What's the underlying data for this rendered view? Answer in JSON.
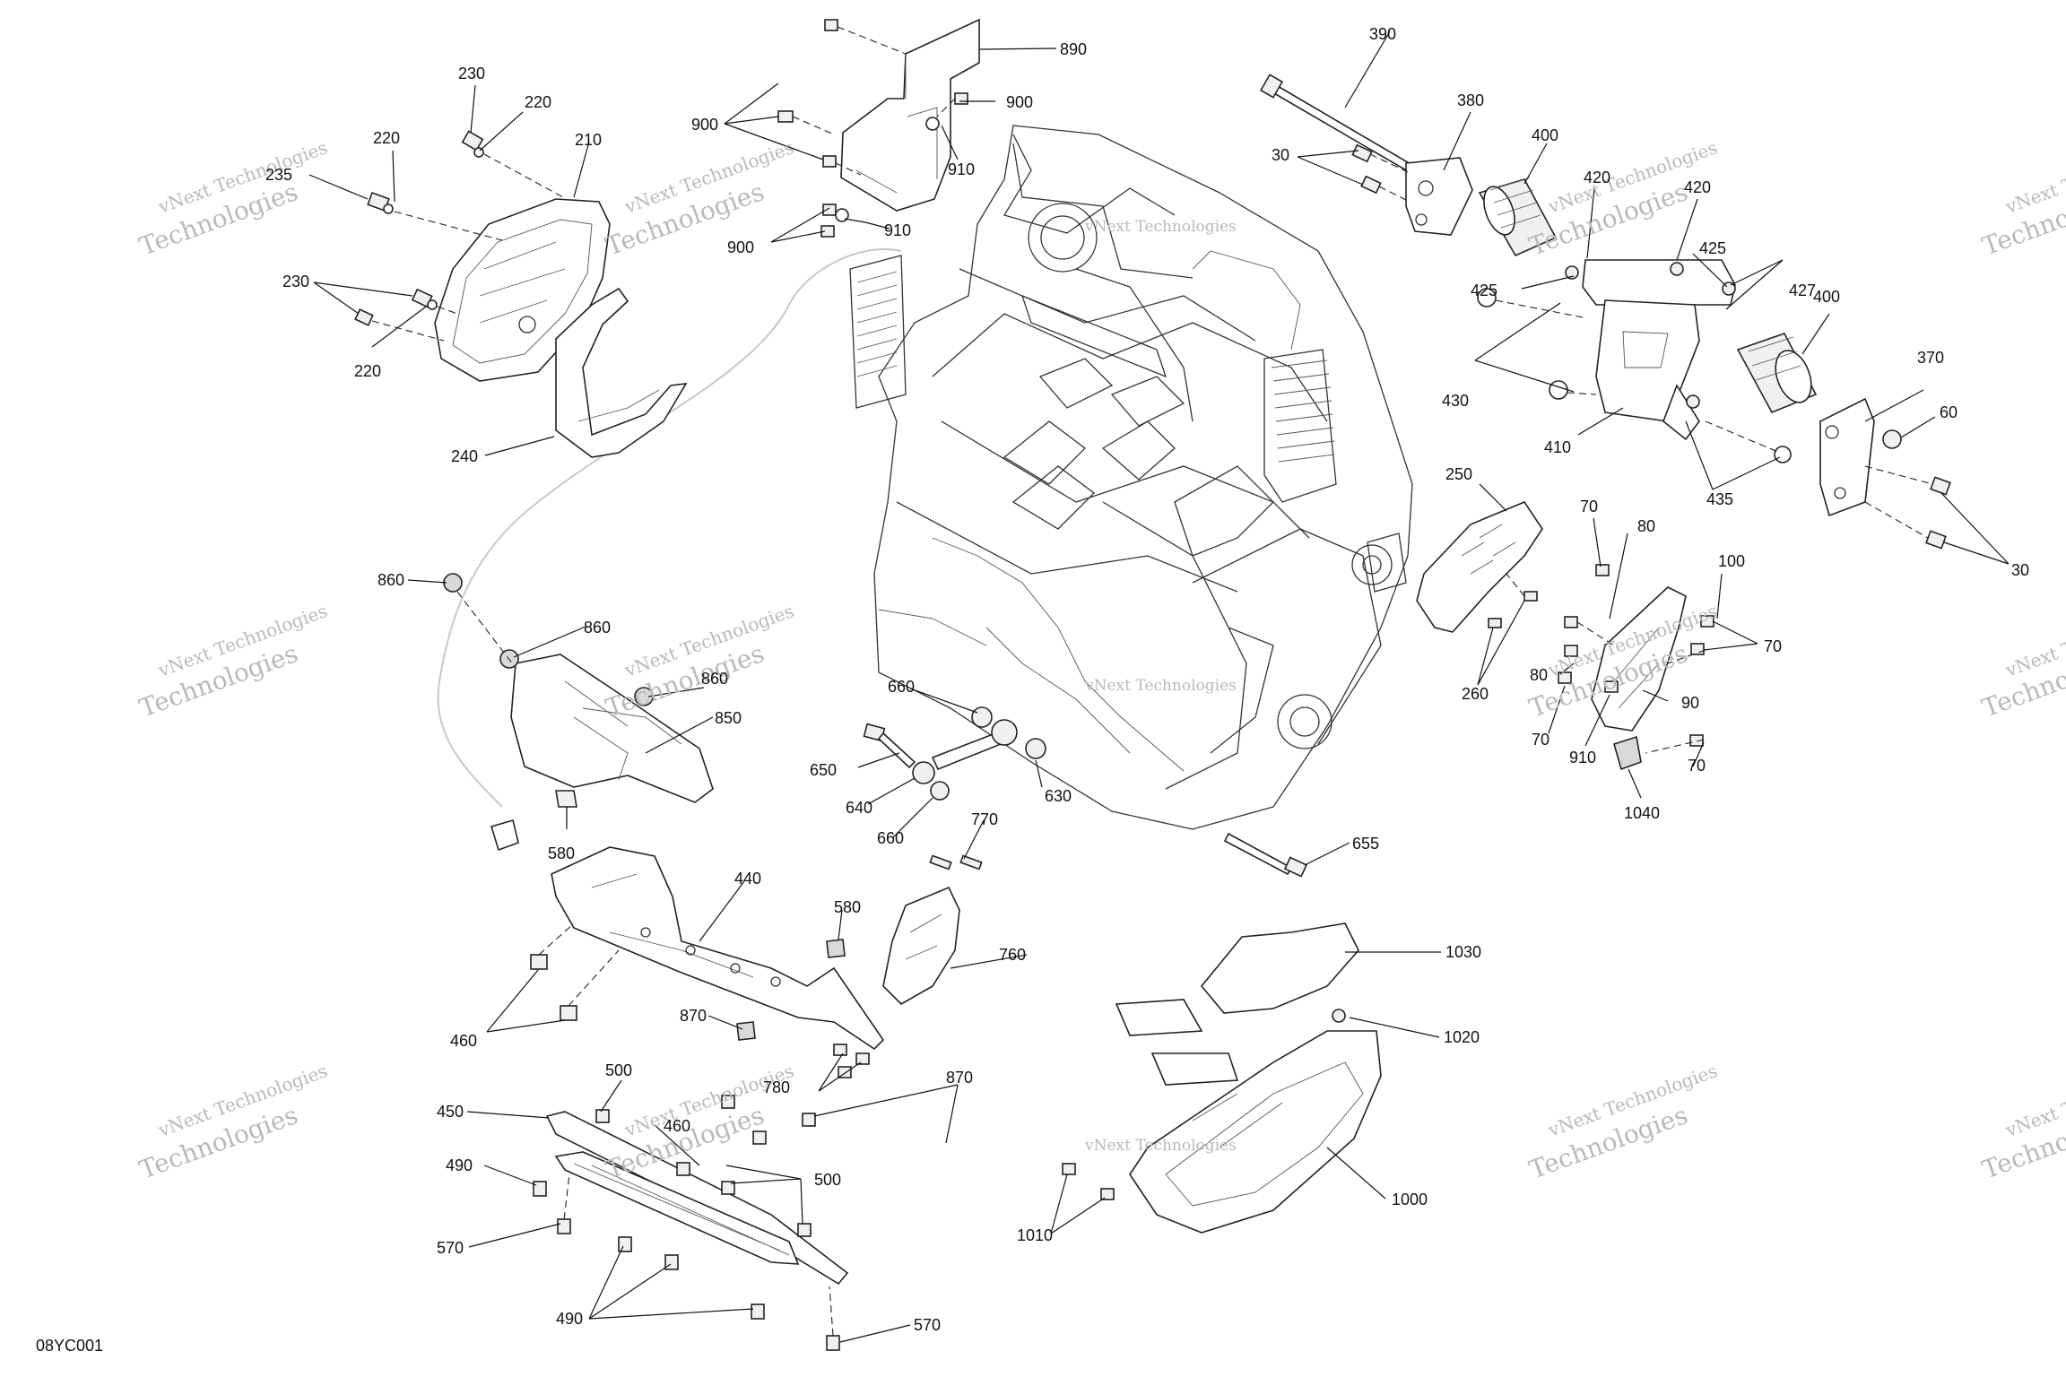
{
  "figure_code": "08YC001",
  "watermark": {
    "line1": "vNext Technologies",
    "line2": "Technologies"
  },
  "callouts": {
    "c890": "890",
    "c900a": "900",
    "c900b": "900",
    "c900c": "900",
    "c910a": "910",
    "c910b": "910",
    "c230a": "230",
    "c230b": "230",
    "c220a": "220",
    "c220b": "220",
    "c220c": "220",
    "c235": "235",
    "c210": "210",
    "c240": "240",
    "c390": "390",
    "c380": "380",
    "c30a": "30",
    "c400a": "400",
    "c420a": "420",
    "c420b": "420",
    "c425a": "425",
    "c425b": "425",
    "c427": "427",
    "c400b": "400",
    "c370": "370",
    "c60": "60",
    "c430": "430",
    "c410": "410",
    "c435": "435",
    "c30b": "30",
    "c250": "250",
    "c70a": "70",
    "c80a": "80",
    "c100": "100",
    "c70b": "70",
    "c260": "260",
    "c80b": "80",
    "c90": "90",
    "c70c": "70",
    "c910c": "910",
    "c70d": "70",
    "c1040": "1040",
    "c860a": "860",
    "c860b": "860",
    "c860c": "860",
    "c850": "850",
    "c580a": "580",
    "c660a": "660",
    "c650": "650",
    "c640": "640",
    "c660b": "660",
    "c630": "630",
    "c655": "655",
    "c440": "440",
    "c770": "770",
    "c580b": "580",
    "c760": "760",
    "c460a": "460",
    "c870a": "870",
    "c780": "780",
    "c500a": "500",
    "c460b": "460",
    "c870b": "870",
    "c450": "450",
    "c490a": "490",
    "c500b": "500",
    "c570a": "570",
    "c490b": "490",
    "c570b": "570",
    "c1030": "1030",
    "c1020": "1020",
    "c1000": "1000",
    "c1010": "1010"
  }
}
